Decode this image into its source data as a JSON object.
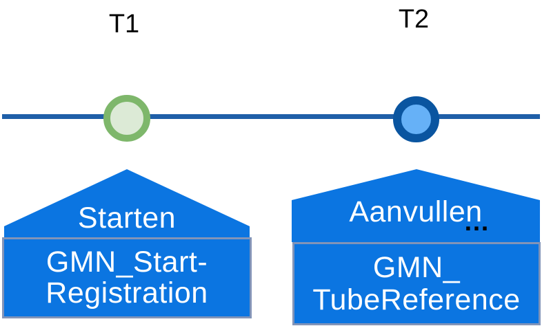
{
  "diagram": {
    "markers": [
      {
        "time_label": "T1",
        "dot": {
          "fill": "#dcead6",
          "border": "#7eb76b"
        },
        "callout": {
          "action_label": "Starten",
          "box_lines": [
            "GMN_Start-",
            "Registration"
          ]
        }
      },
      {
        "time_label": "T2",
        "dot": {
          "fill": "#66b1f7",
          "border": "#0a55a0"
        },
        "callout": {
          "action_label": "Aanvullen",
          "ellipsis": "…",
          "box_lines": [
            "GMN_",
            "TubeReference"
          ]
        }
      }
    ],
    "colors": {
      "timeline_line": "#1f5fa8",
      "callout_fill": "#0b75e1",
      "box_border": "#8294b8",
      "callout_text": "#ffffff",
      "time_label_text": "#000000"
    }
  }
}
